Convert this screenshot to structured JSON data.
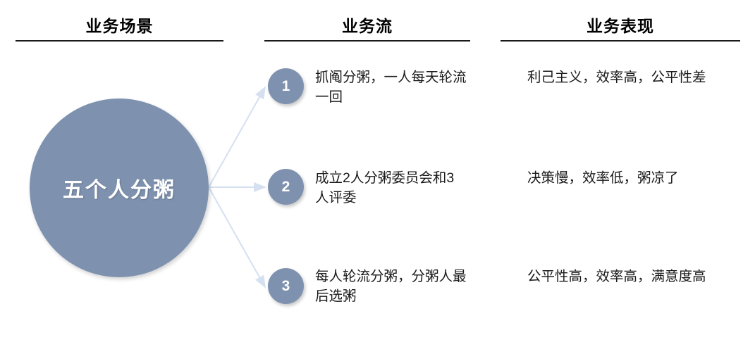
{
  "columns": {
    "scenario": {
      "header": "业务场景"
    },
    "flow": {
      "header": "业务流"
    },
    "performance": {
      "header": "业务表现"
    }
  },
  "scenario": {
    "circle_label": "五个人分粥"
  },
  "rows": [
    {
      "number": "1",
      "flow": "抓阄分粥，一人每天轮流一回",
      "performance": "利己主义，效率高，公平性差"
    },
    {
      "number": "2",
      "flow": "成立2人分粥委员会和3人评委",
      "performance": "决策慢，效率低，粥凉了"
    },
    {
      "number": "3",
      "flow": "每人轮流分粥，分粥人最后选粥",
      "performance": "公平性高，效率高，满意度高"
    }
  ],
  "colors": {
    "circle_fill": "#7e92b0",
    "badge_fill": "#7e92b0",
    "connector": "#d5e0f0",
    "rule": "#1a1a1a",
    "text": "#1a1a1a",
    "circle_text": "#ffffff"
  }
}
